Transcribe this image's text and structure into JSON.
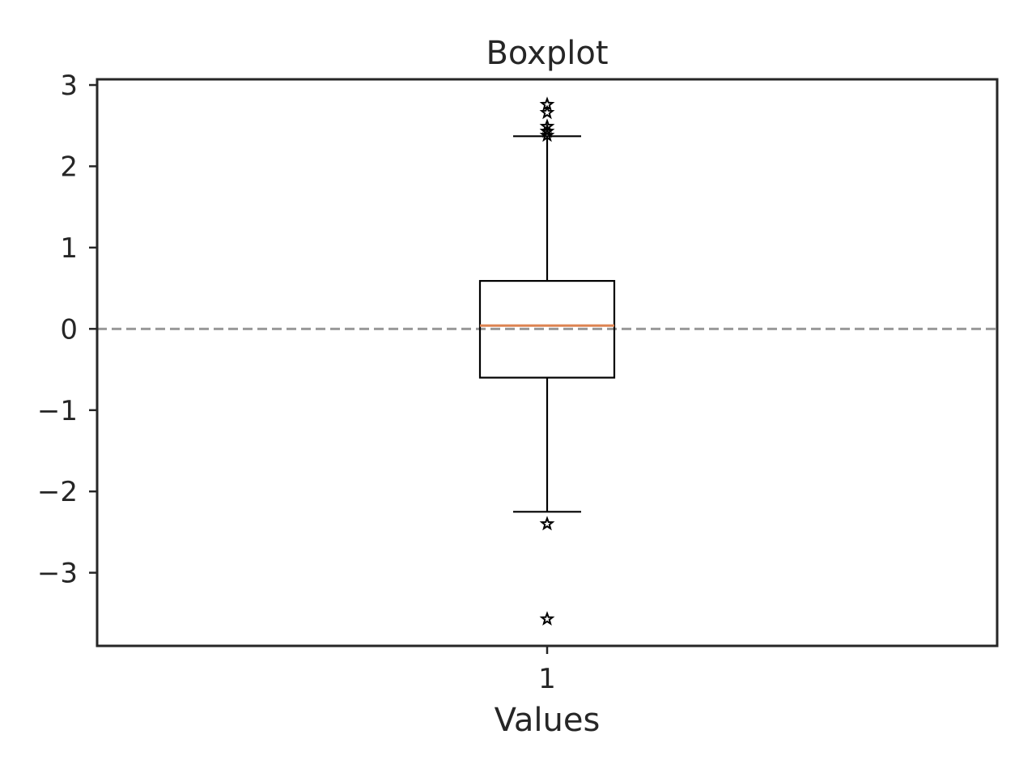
{
  "chart_data": {
    "type": "box",
    "title": "Boxplot",
    "xlabel": "Values",
    "ylabel": "",
    "ylim": [
      -3.9,
      3.07
    ],
    "yticks": [
      3,
      2,
      1,
      0,
      -1,
      -2,
      -3
    ],
    "ytick_labels": [
      "3",
      "2",
      "1",
      "0",
      "−1",
      "−2",
      "−3"
    ],
    "categories": [
      "1"
    ],
    "boxes": [
      {
        "category": "1",
        "q1": -0.6,
        "median": 0.04,
        "q3": 0.59,
        "whisker_low": -2.25,
        "whisker_high": 2.37,
        "outliers": [
          2.76,
          2.66,
          2.49,
          2.43,
          2.38,
          -2.4,
          -3.57
        ]
      }
    ],
    "reference_line": {
      "y": 0,
      "style": "dashed"
    },
    "grid": false,
    "colors": {
      "median": "#dd8452",
      "box": "#000000",
      "reference_line": "#999999",
      "axes": "#262626"
    }
  }
}
